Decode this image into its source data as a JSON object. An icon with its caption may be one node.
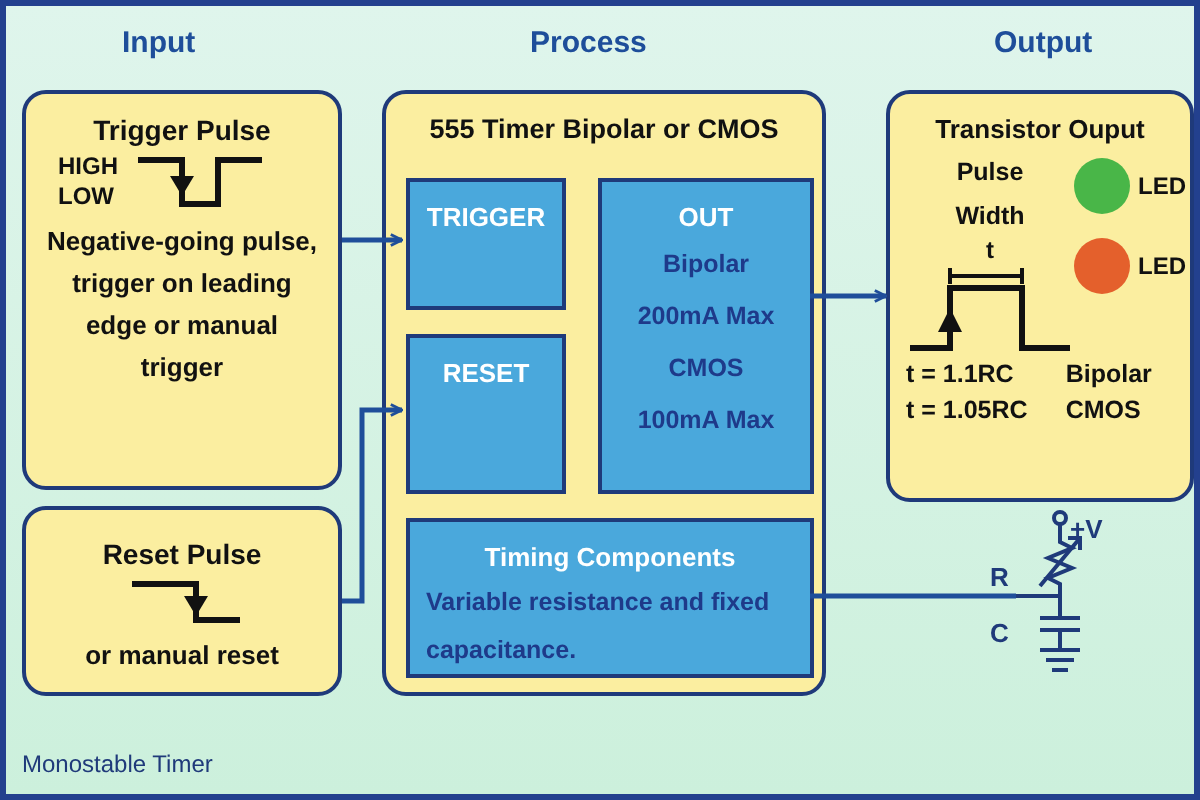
{
  "diagram": {
    "caption": "Monostable Timer",
    "nodes": [
      {
        "text": [
          "Trigger Pulse",
          "HIGH",
          "LOW",
          "Negative-going pulse, trigger on leading edge or manual trigger"
        ]
      },
      {
        "text": [
          "Reset Pulse",
          "or manual reset"
        ]
      },
      {
        "text": [
          "555 Timer Bipolar or CMOS"
        ]
      },
      {
        "text": [
          "TRIGGER"
        ],
        "in": 2
      },
      {
        "text": [
          "RESET"
        ],
        "in": 2
      },
      {
        "text": [
          "OUT",
          "Bipolar 200mA Max CMOS 100mA Max"
        ],
        "in": 2
      },
      {
        "text": [
          "Timing Components",
          "Variable resistance and fixed capacitance."
        ],
        "in": 2
      },
      {
        "text": [
          "Transistor Ouput",
          "Pulse Width",
          "t",
          "LED",
          "LED",
          "t = 1.1RC",
          "Bipolar",
          "t = 1.05RC",
          "CMOS"
        ]
      },
      {
        "text": [],
        "shape": "picture",
        "beside": [
          "+V",
          "R",
          "C"
        ]
      }
    ],
    "edges": [
      {
        "from": 0,
        "to": 3,
        "arrow": "to"
      },
      {
        "from": 1,
        "to": 4,
        "arrow": "to"
      },
      {
        "from": 5,
        "to": 7,
        "arrow": "to"
      },
      {
        "from": 6,
        "to": 8,
        "arrow": "none"
      }
    ],
    "labels": [
      "Input",
      "Process",
      "Output"
    ]
  }
}
